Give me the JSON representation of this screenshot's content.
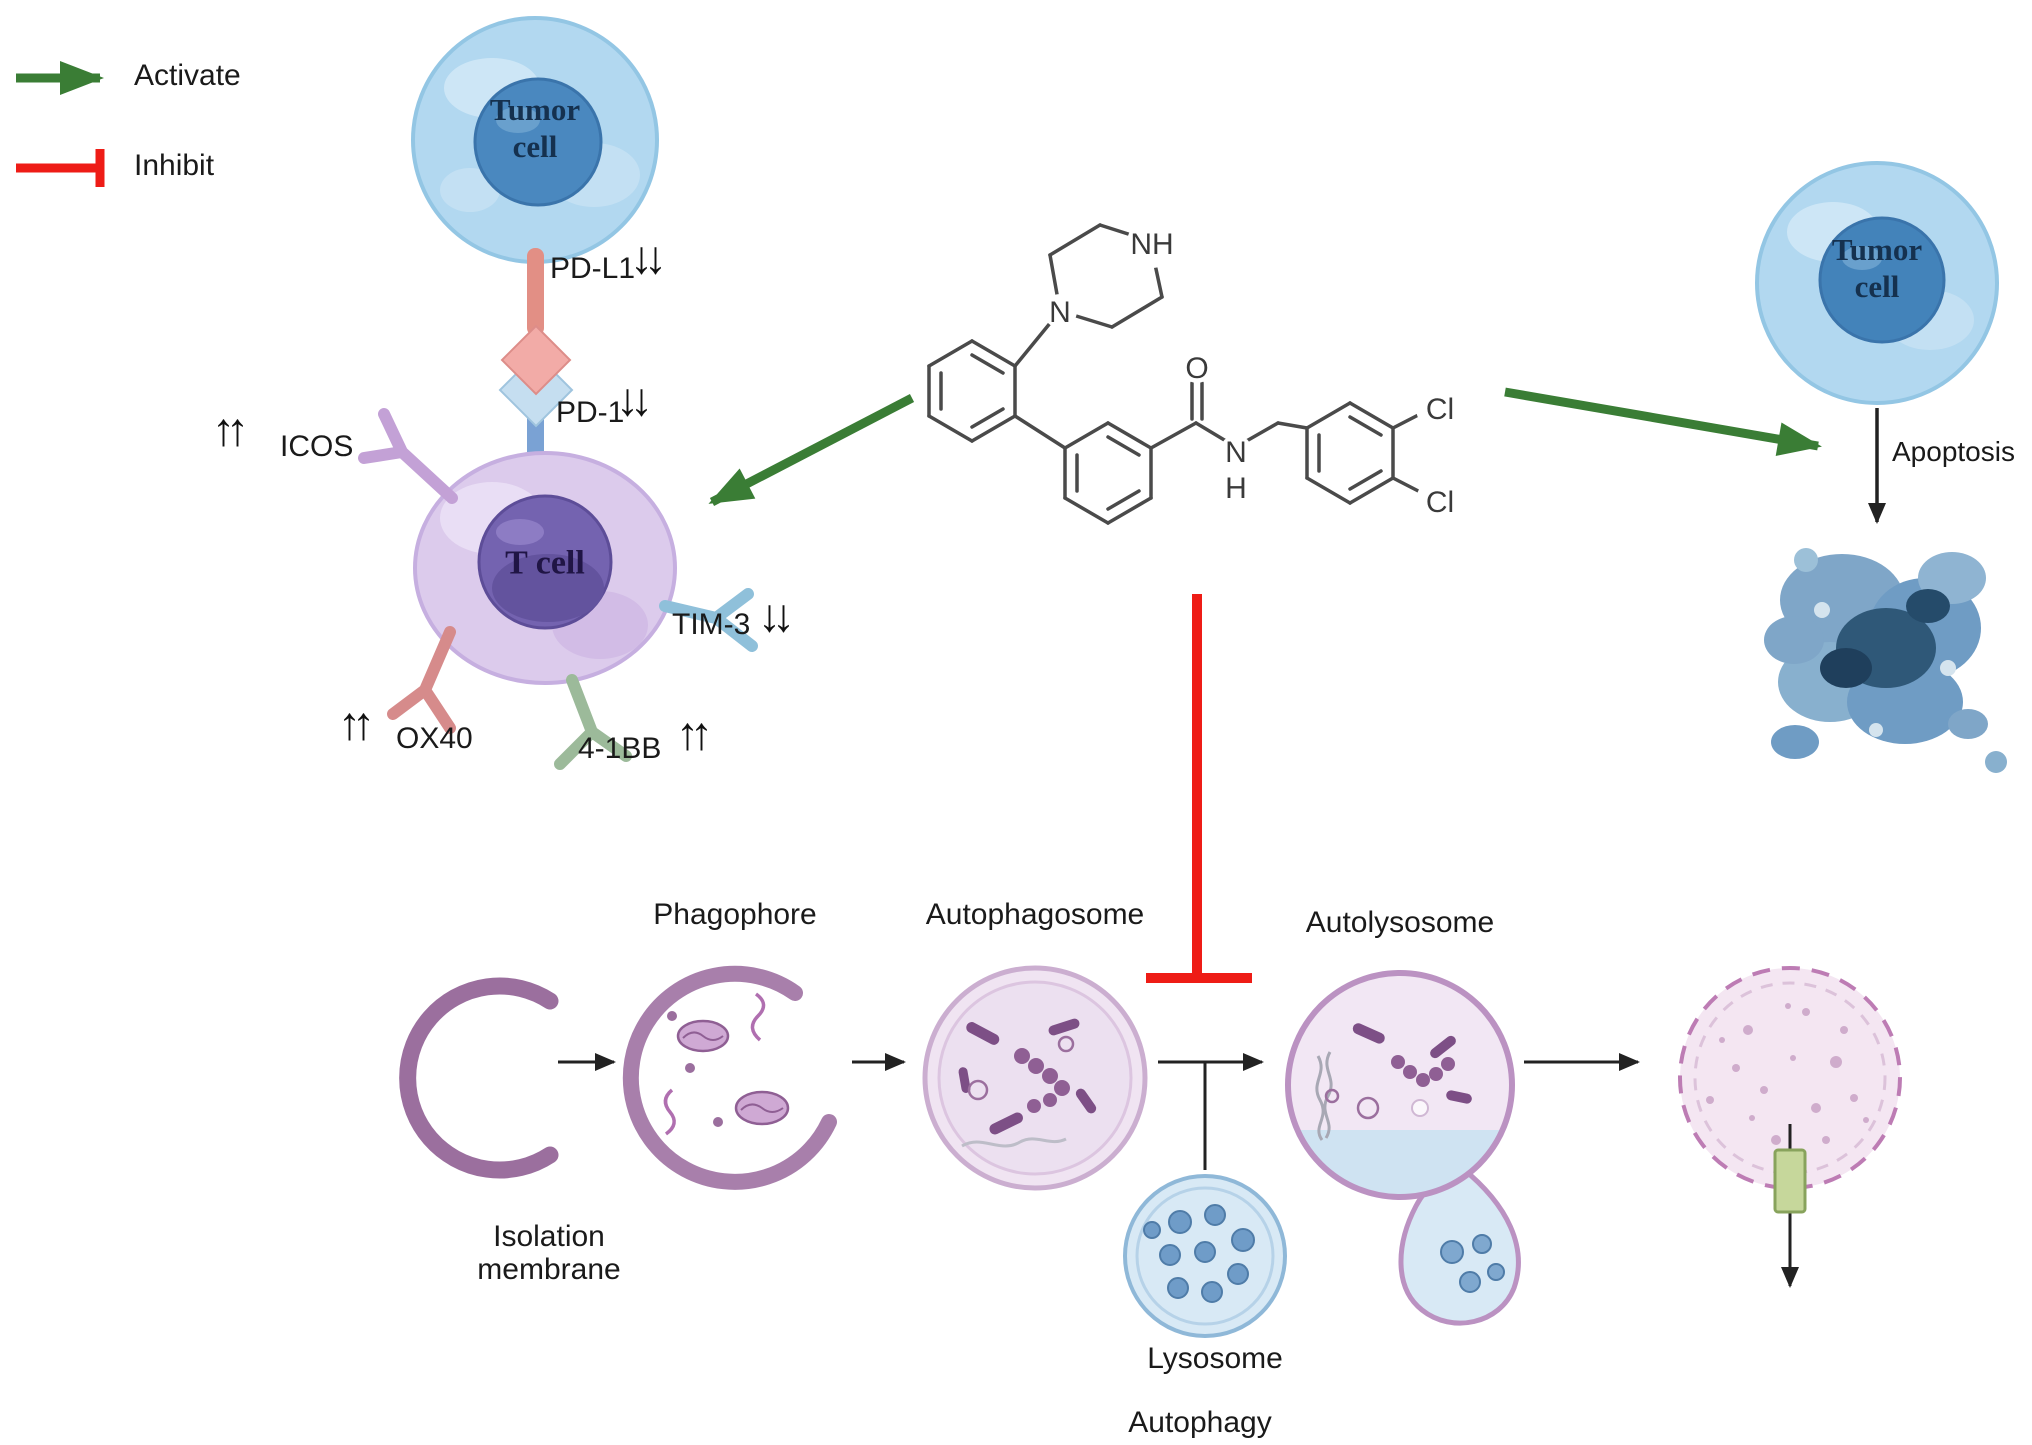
{
  "legend": {
    "activate_label": "Activate",
    "inhibit_label": "Inhibit"
  },
  "left_panel": {
    "tumor_cell_line1": "Tumor",
    "tumor_cell_line2": "cell",
    "pd_l1_label": "PD-L1",
    "pd_1_label": "PD-1",
    "t_cell_label": "T cell",
    "icos_label": "ICOS",
    "ox40_label": "OX40",
    "four_1bb_label": "4-1BB",
    "tim_3_label": "TIM-3"
  },
  "indicators": {
    "upregulated": "↑↑",
    "downregulated": "↓↓"
  },
  "molecule": {
    "nh_top": "NH",
    "n_piperazine": "N",
    "o_carbonyl": "O",
    "n_amide": "N",
    "h_amide": "H",
    "cl_top": "Cl",
    "cl_bottom": "Cl"
  },
  "right_panel": {
    "tumor_cell_line1": "Tumor",
    "tumor_cell_line2": "cell",
    "apoptosis_label": "Apoptosis"
  },
  "autophagy_pathway": {
    "isolation_membrane_line1": "Isolation",
    "isolation_membrane_line2": "membrane",
    "phagophore_label": "Phagophore",
    "autophagosome_label": "Autophagosome",
    "lysosome_label": "Lysosome",
    "autolysosome_label": "Autolysosome",
    "autophagy_label": "Autophagy"
  },
  "colors": {
    "activate_green": "#3a7d35",
    "inhibit_red": "#ee1c16",
    "tumor_cell_blue": "#b2d8f0",
    "tumor_nucleus_blue": "#4a88bf",
    "t_cell_purple": "#dccbec",
    "t_cell_nucleus_purple": "#7463b0",
    "membrane_purple": "#9b6f9e",
    "autophagosome_fill": "#f0e4f2",
    "lysosome_blue": "#d8e9f5",
    "vesicle_pink": "#f4e6f2",
    "channel_green": "#c6d79b"
  }
}
